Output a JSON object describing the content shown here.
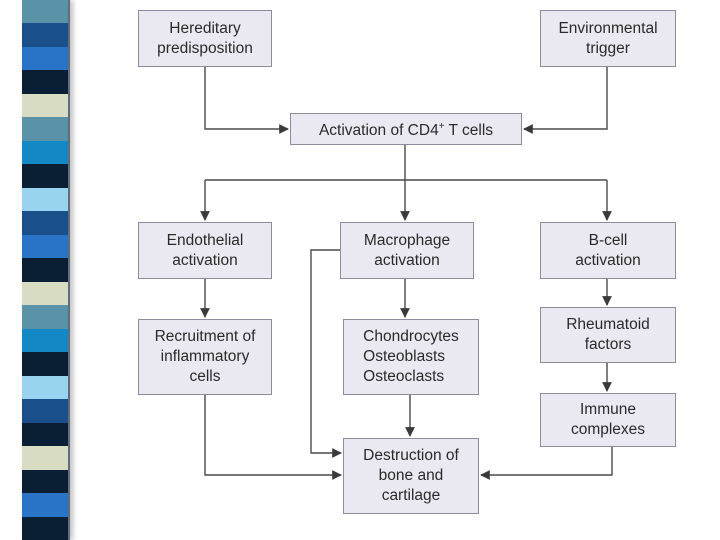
{
  "sidebar": {
    "stripe_colors": [
      "#5a92a8",
      "#1a4f8a",
      "#2a74c8",
      "#0b1f34",
      "#d8dcc3",
      "#5a92a8",
      "#1488c4",
      "#0b1f34",
      "#9ad3ef",
      "#1a4f8a",
      "#2a74c8",
      "#0b1f34",
      "#d8dcc3",
      "#5a92a8",
      "#1488c4",
      "#0b1f34",
      "#9ad3ef",
      "#1a4f8a",
      "#0b1f34",
      "#d8dcc3",
      "#0b1f34",
      "#2a74c8",
      "#0b1f34"
    ]
  },
  "diagram": {
    "nodes": {
      "hereditary": "Hereditary\npredisposition",
      "environmental": "Environmental\ntrigger",
      "cd4_prefix": "Activation of CD4",
      "cd4_sup": "+",
      "cd4_suffix": " T cells",
      "endothelial": "Endothelial\nactivation",
      "macrophage": "Macrophage\nactivation",
      "bcell": "B-cell\nactivation",
      "recruitment": "Recruitment of\ninflammatory\ncells",
      "chondrocytes": "Chondrocytes\nOsteoblasts\nOsteoclasts",
      "rheumatoid": "Rheumatoid\nfactors",
      "immune": "Immune\ncomplexes",
      "destruction": "Destruction of\nbone and\ncartilage"
    }
  }
}
